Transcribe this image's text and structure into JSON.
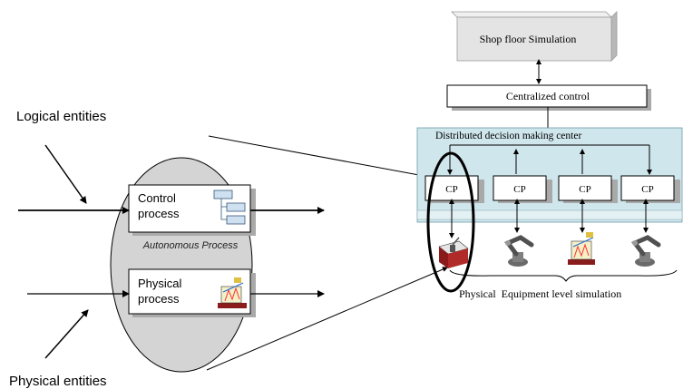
{
  "labels": {
    "logical_entities": "Logical entities",
    "physical_entities": "Physical entities",
    "control_process": [
      "Control",
      "process"
    ],
    "physical_process": [
      "Physical",
      "process"
    ],
    "autonomous_process": "Autonomous Process",
    "shop_floor": "Shop floor Simulation",
    "centralized_control": "Centralized control",
    "distributed_center": "Distributed decision making center",
    "cp_boxes": [
      "CP",
      "CP",
      "CP",
      "CP"
    ],
    "physical_equipment": "Physical  Equipment level simulation"
  },
  "icons": {
    "control_process": "hierarchy-icon",
    "physical_process": "machine-icon",
    "equipment": [
      "robot-cell-icon",
      "robot-arm-icon",
      "machine-icon",
      "robot-arm-icon"
    ]
  },
  "colors": {
    "ellipse_fill": "#d4d4d4",
    "dm_center_fill": "#cfe6ec",
    "box_fill": "#ffffff",
    "shadow": "#a9a9a9",
    "shop_floor_fill": "#e4e4e4"
  }
}
